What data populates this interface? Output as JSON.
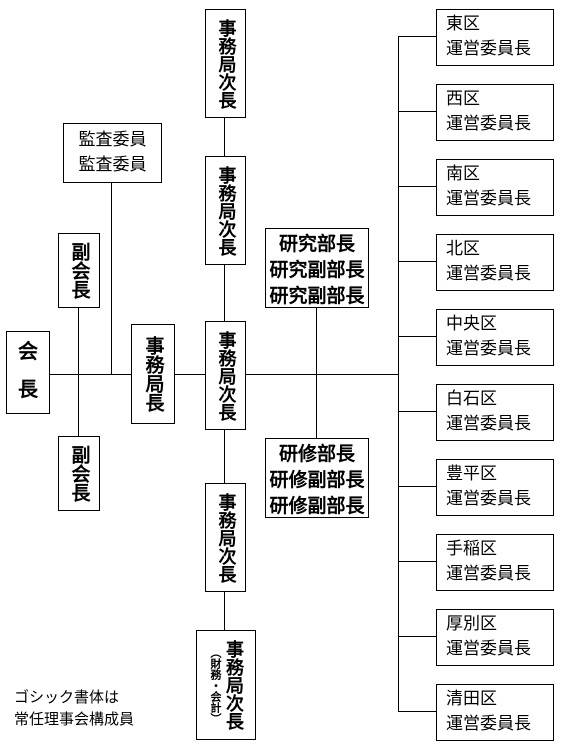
{
  "president": {
    "line1": "会",
    "line2": "長"
  },
  "auditors": [
    "監査委員",
    "監査委員"
  ],
  "vice_president_top": "副会長",
  "vice_president_bottom": "副会長",
  "secretary_general": "事務局長",
  "deputy_chiefs": {
    "d1": "事務局次長",
    "d2": "事務局次長",
    "d3": "事務局次長",
    "d4": "事務局次長",
    "d5": {
      "main": "事務局次長",
      "sub": "（財務・会計）"
    }
  },
  "research": [
    "研究部長",
    "研究副部長",
    "研究副部長"
  ],
  "training": [
    "研修部長",
    "研修副部長",
    "研修副部長"
  ],
  "districts": [
    {
      "name": "東区",
      "title": "運営委員長"
    },
    {
      "name": "西区",
      "title": "運営委員長"
    },
    {
      "name": "南区",
      "title": "運営委員長"
    },
    {
      "name": "北区",
      "title": "運営委員長"
    },
    {
      "name": "中央区",
      "title": "運営委員長"
    },
    {
      "name": "白石区",
      "title": "運営委員長"
    },
    {
      "name": "豊平区",
      "title": "運営委員長"
    },
    {
      "name": "手稲区",
      "title": "運営委員長"
    },
    {
      "name": "厚別区",
      "title": "運営委員長"
    },
    {
      "name": "清田区",
      "title": "運営委員長"
    }
  ],
  "legend": [
    "ゴシック書体は",
    "常任理事会構成員"
  ]
}
